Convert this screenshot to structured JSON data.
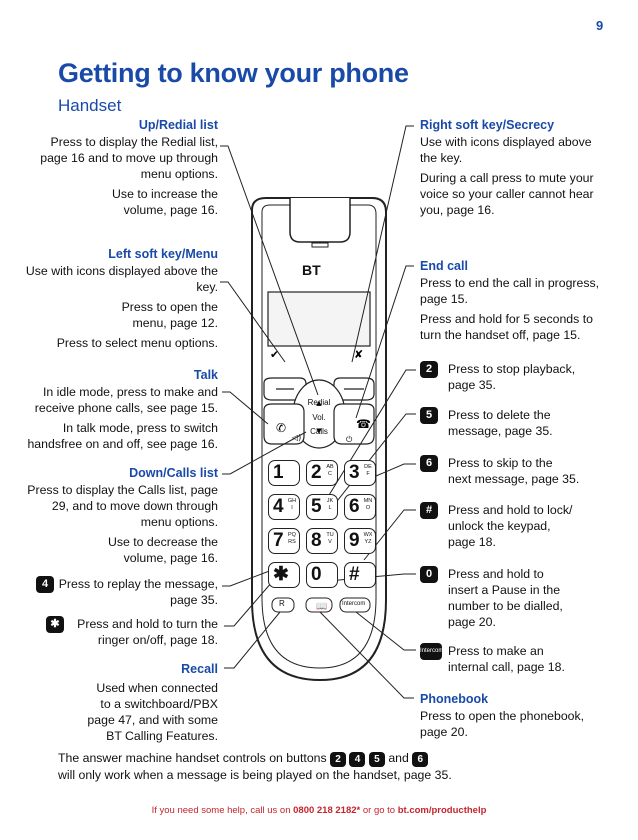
{
  "page_number": "9",
  "title": "Getting to know your phone",
  "subtitle": "Handset",
  "left": {
    "updown": {
      "heading": "Up/Redial list",
      "lines": [
        "Press to display the Redial list,",
        "page 16 and to move up through",
        "menu options."
      ],
      "extra": [
        "Use to increase the",
        "volume, page 16."
      ]
    },
    "leftsoft": {
      "heading": "Left soft key/Menu",
      "lines": [
        "Use with icons displayed above the",
        "key."
      ],
      "p2": [
        "Press to open the",
        "menu, page 12."
      ],
      "p3": "Press to select menu options."
    },
    "talk": {
      "heading": "Talk",
      "lines": [
        "In idle mode, press to make and",
        "receive phone calls, see page 15."
      ],
      "p2": [
        "In talk mode, press to switch",
        "handsfree on and off, see page 16."
      ]
    },
    "down": {
      "heading": "Down/Calls list",
      "lines": [
        "Press to display the Calls list, page",
        "29, and to move down through",
        "menu options."
      ],
      "p2": [
        "Use to decrease the",
        "volume, page 16."
      ]
    },
    "key4": {
      "key": "4",
      "lines": [
        "Press to replay the message,",
        "page 35."
      ]
    },
    "keystar": {
      "key": "✱",
      "lines": [
        "Press and hold to turn the",
        "ringer on/off, page 18."
      ]
    },
    "recall": {
      "heading": "Recall",
      "lines": [
        "Used when connected",
        "to a switchboard/PBX",
        "page 47, and with some",
        "BT Calling Features."
      ]
    }
  },
  "right": {
    "rightsoft": {
      "heading": "Right soft key/Secrecy",
      "lines": [
        "Use with icons displayed above",
        "the key."
      ],
      "p2": [
        "During a call press to mute your",
        "voice so your caller cannot hear",
        "you, page 16."
      ]
    },
    "endcall": {
      "heading": "End call",
      "lines": [
        "Press to end the call in progress,",
        "page 15."
      ],
      "p2": [
        "Press and hold for 5 seconds to",
        "turn the handset off, page 15."
      ]
    },
    "key2": {
      "key": "2",
      "lines": [
        "Press to stop playback,",
        "page 35."
      ]
    },
    "key5": {
      "key": "5",
      "lines": [
        "Press to delete the",
        "message, page 35."
      ]
    },
    "key6": {
      "key": "6",
      "lines": [
        "Press to skip to the",
        "next message, page 35."
      ]
    },
    "keyhash": {
      "key": "#",
      "lines": [
        "Press and hold to lock/",
        "unlock the keypad,",
        "page 18."
      ]
    },
    "key0": {
      "key": "0",
      "lines": [
        "Press and hold to",
        "insert a Pause in the",
        "number to be dialled,",
        "page 20."
      ]
    },
    "intercom": {
      "key": "Intercom",
      "lines": [
        "Press to make an",
        "internal call, page 18."
      ]
    },
    "phonebook": {
      "heading": "Phonebook",
      "lines": [
        "Press to open the phonebook,",
        "page 20."
      ]
    }
  },
  "phone": {
    "brand": "BT",
    "redial": "Redial",
    "vol": "Vol.",
    "calls": "Calls",
    "recall_key": "R",
    "intercom_key": "Intercom",
    "keys": [
      {
        "n": "1",
        "s": ""
      },
      {
        "n": "2",
        "s": "AB C"
      },
      {
        "n": "3",
        "s": "DE F"
      },
      {
        "n": "4",
        "s": "GH I"
      },
      {
        "n": "5",
        "s": "JK L"
      },
      {
        "n": "6",
        "s": "MN O"
      },
      {
        "n": "7",
        "s": "PQ RS"
      },
      {
        "n": "8",
        "s": "TU V"
      },
      {
        "n": "9",
        "s": "WX YZ"
      },
      {
        "n": "✱",
        "s": ""
      },
      {
        "n": "0",
        "s": ""
      },
      {
        "n": "#",
        "s": ""
      }
    ]
  },
  "note": {
    "line1_pre": "The answer machine handset controls on buttons",
    "keys": [
      "2",
      "4",
      "5"
    ],
    "and": "and",
    "key_last": "6",
    "line2": "will only work when a message is being played on the handset, page 35."
  },
  "footer": {
    "pre": "If you need some help, call us on ",
    "phone": "0800 218 2182*",
    "mid": " or go to ",
    "url": "bt.com/producthelp"
  }
}
